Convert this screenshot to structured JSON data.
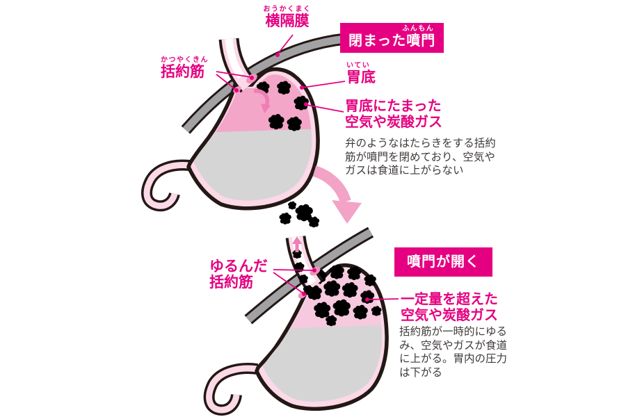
{
  "colors": {
    "magenta": "#e50081",
    "fundus_top": "#f3a6c8",
    "fundus_bottom": "#f7c9de",
    "stomach_wall": "#fbd9e7",
    "liquid_gray": "#d5d5d5",
    "diaphragm_gray": "#a2a2a4",
    "outline_black": "#231815",
    "transition_arrow": "#f2a3c6",
    "sphincter_pink": "#ef93bd",
    "description_text": "#3f3a39"
  },
  "panel_top": {
    "badge": {
      "furigana": "ふんもん",
      "text": "閉まった噴門"
    },
    "labels": {
      "diaphragm": {
        "furigana": "おうかくまく",
        "text": "横隔膜"
      },
      "sphincter": {
        "furigana": "かつやくきん",
        "text": "括約筋"
      },
      "fundus": {
        "furigana": "いてい",
        "text": "胃底"
      },
      "gas_heading": "胃底にたまった\n空気や炭酸ガス"
    },
    "description": "弁のようなはたらきをする括約\n筋が噴門を閉めており、空気や\nガスは食道に上がらない"
  },
  "panel_bottom": {
    "badge": {
      "text": "噴門が開く"
    },
    "labels": {
      "loose_sphincter": "ゆるんだ\n括約筋",
      "gas_heading": "一定量を超えた\n空気や炭酸ガス"
    },
    "description": "括約筋が一時的にゆる\nみ、空気やガスが食道\nに上がる。胃内の圧力\nは下がる"
  }
}
